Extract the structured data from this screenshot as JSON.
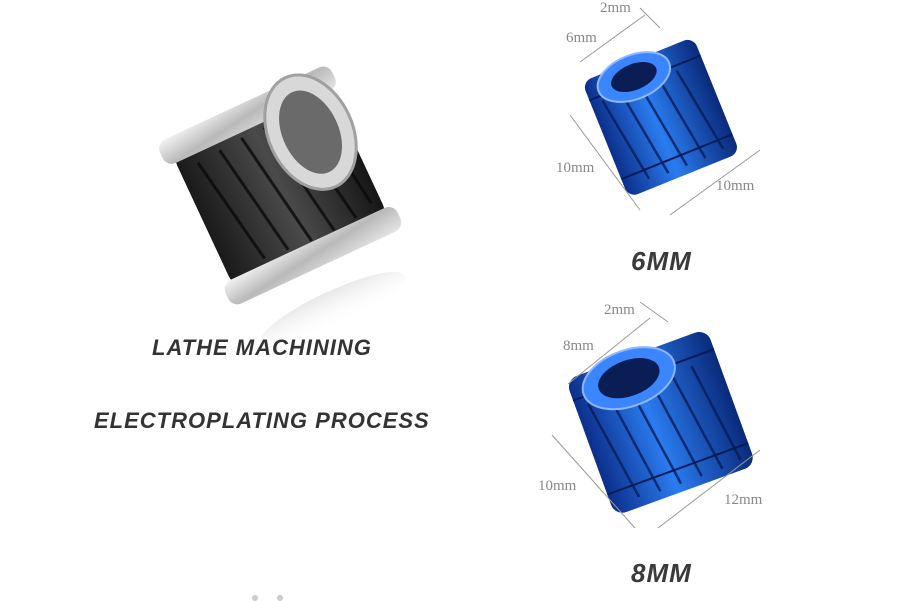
{
  "captions": {
    "lathe": "LATHE MACHINING",
    "plating": "ELECTROPLATING PROCESS"
  },
  "products": {
    "small": {
      "size_label": "6MM",
      "dims": {
        "wall": "2mm",
        "hole": "6mm",
        "height": "10mm",
        "width": "10mm"
      }
    },
    "large": {
      "size_label": "8MM",
      "dims": {
        "wall": "2mm",
        "hole": "8mm",
        "height": "10mm",
        "width": "12mm"
      }
    }
  },
  "colors": {
    "black_bead": "#2a2a2a",
    "steel": "#c8c8c8",
    "blue_bead": "#1e5fd6",
    "dimension_line": "#999999"
  }
}
